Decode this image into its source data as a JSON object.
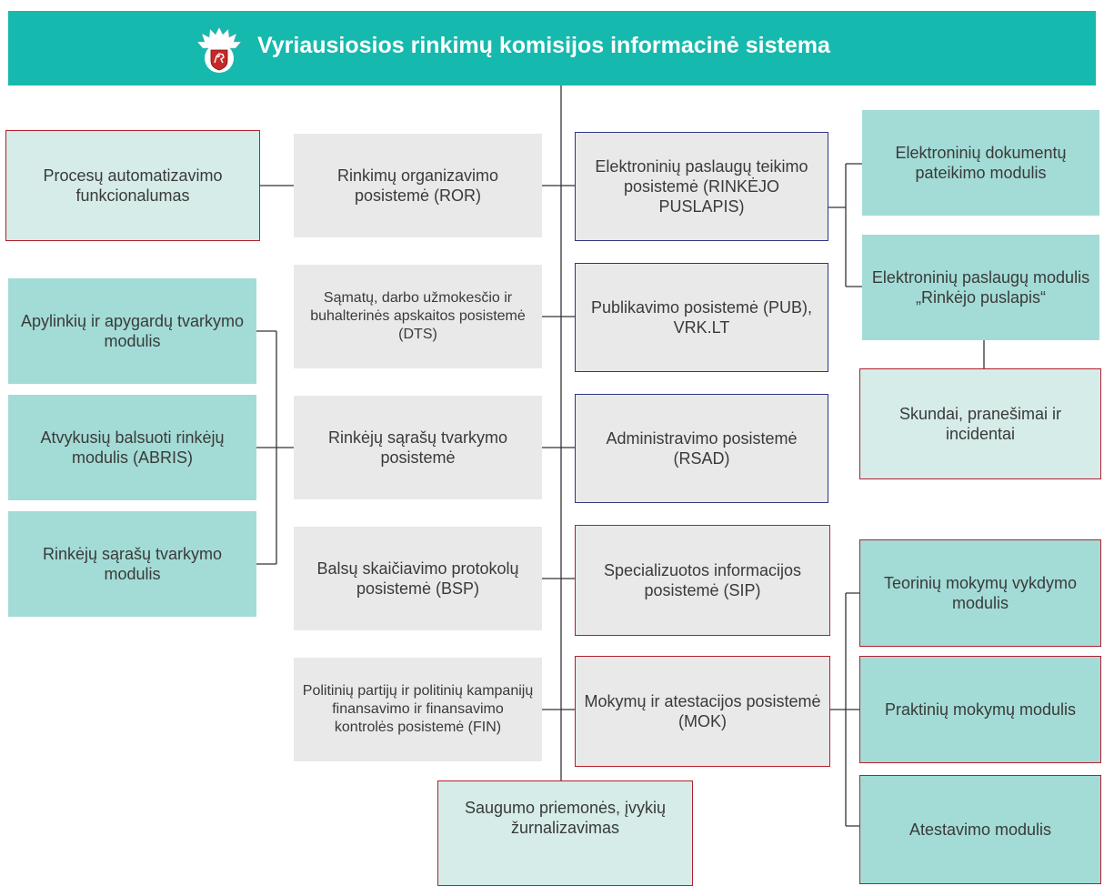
{
  "header": {
    "title": "Vyriausiosios rinkimų komisijos informacinė sistema",
    "background_color": "#16b9ae"
  },
  "boxes": {
    "proc_auto": "Procesų automatizavimo funkcionalumas",
    "apylinkiu": "Apylinkių ir apygardų tvarkymo modulis",
    "abris": "Atvykusių balsuoti rinkėjų modulis (ABRIS)",
    "rinkeju_modulis": "Rinkėjų sąrašų tvarkymo modulis",
    "ror": "Rinkimų organizavimo posistemė (ROR)",
    "dts": "Sąmatų, darbo užmokesčio ir buhalterinės apskaitos posistemė (DTS)",
    "rinkeju_posisteme": "Rinkėjų sąrašų tvarkymo posistemė",
    "bsp": "Balsų skaičiavimo protokolų posistemė (BSP)",
    "fin": "Politinių partijų ir politinių kampanijų finansavimo ir finansavimo kontrolės posistemė (FIN)",
    "epaslaugu": "Elektroninių paslaugų teikimo posistemė (RINKĖJO PUSLAPIS)",
    "pub": "Publikavimo posistemė (PUB), VRK.LT",
    "rsad": "Administravimo posistemė (RSAD)",
    "sip": "Specializuotos informacijos posistemė (SIP)",
    "mok": "Mokymų ir atestacijos posistemė (MOK)",
    "saugumo": "Saugumo priemonės, įvykių žurnalizavimas",
    "edok": "Elektroninių dokumentų pateikimo modulis",
    "epasl_modulis": "Elektroninių paslaugų modulis „Rinkėjo puslapis“",
    "skundai": "Skundai, pranešimai ir incidentai",
    "teoriniu": "Teorinių mokymų vykdymo modulis",
    "praktiniu": "Praktinių mokymų modulis",
    "atestavimo": "Atestavimo modulis"
  },
  "colors": {
    "teal_module": "#a3dcd6",
    "light_teal_module": "#d5ece8",
    "grey_subsystem": "#e9e9ea",
    "red_border": "#b3202f",
    "blue_border": "#2e3585",
    "connector": "#333333"
  }
}
